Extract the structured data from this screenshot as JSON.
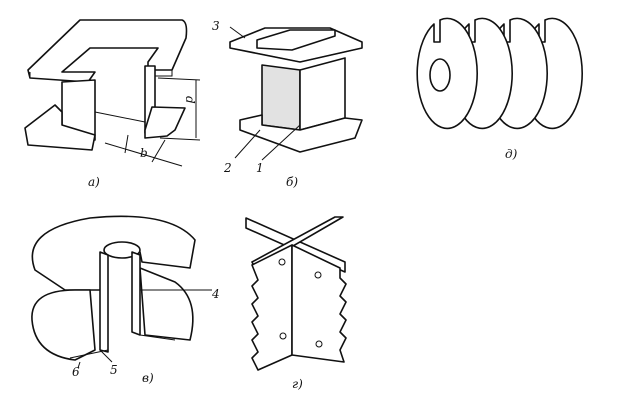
{
  "figures": [
    {
      "id": "a",
      "caption": "а)",
      "dimensions": {
        "height": "d",
        "width": "b"
      }
    },
    {
      "id": "b",
      "caption": "б)",
      "callouts": [
        "1",
        "2",
        "3"
      ]
    },
    {
      "id": "c",
      "caption": "в)",
      "callouts": [
        "4",
        "5",
        "6"
      ]
    },
    {
      "id": "d",
      "caption": "г)"
    },
    {
      "id": "e",
      "caption": "д)"
    }
  ]
}
